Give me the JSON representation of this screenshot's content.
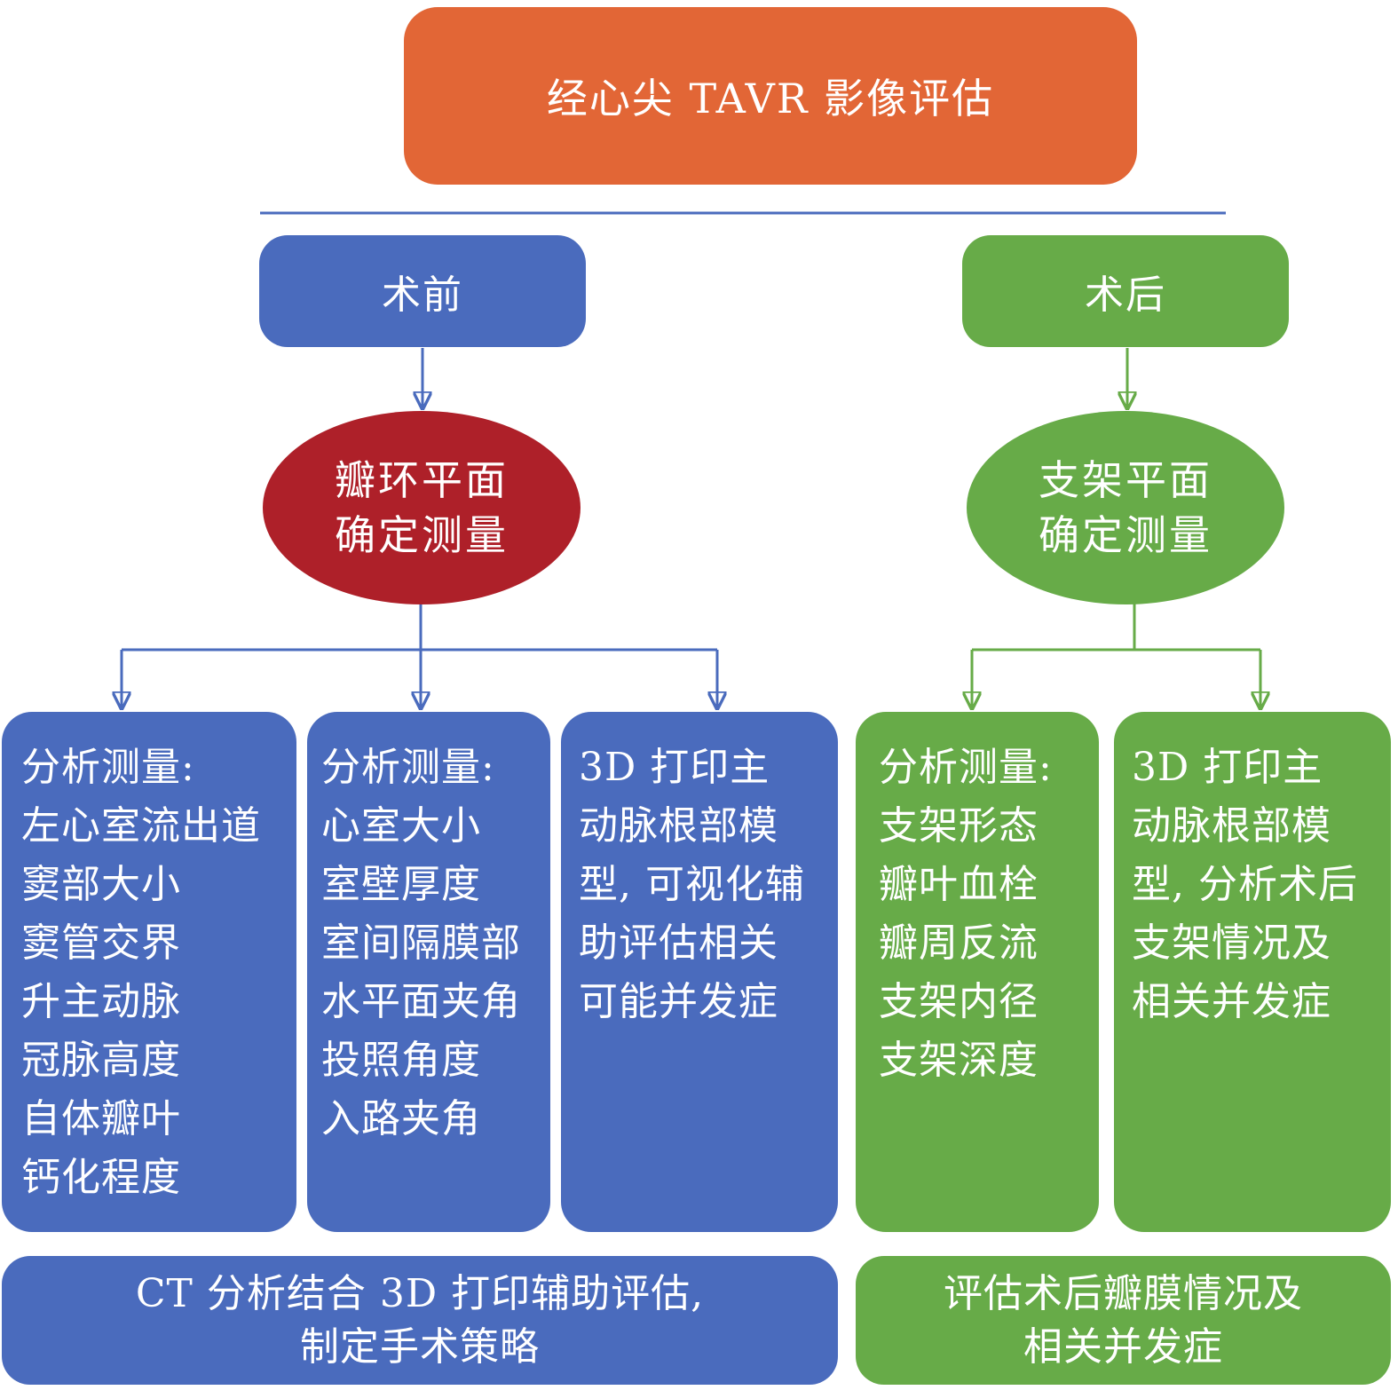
{
  "title": "经心尖 TAVR 影像评估",
  "pre": {
    "label": "术前",
    "ellipse": [
      "瓣环平面",
      "确定测量"
    ],
    "box1": [
      "分析测量:",
      "左心室流出道",
      "窦部大小",
      "窦管交界",
      "升主动脉",
      "冠脉高度",
      "自体瓣叶",
      "钙化程度"
    ],
    "box2": [
      "分析测量:",
      "心室大小",
      "室壁厚度",
      "室间隔膜部",
      "水平面夹角",
      "投照角度",
      "入路夹角"
    ],
    "box3": [
      "3D 打印主",
      "动脉根部模",
      "型, 可视化辅",
      "助评估相关",
      "可能并发症"
    ],
    "summary": [
      "CT 分析结合 3D 打印辅助评估,",
      "制定手术策略"
    ]
  },
  "post": {
    "label": "术后",
    "ellipse": [
      "支架平面",
      "确定测量"
    ],
    "box1": [
      "分析测量:",
      "支架形态",
      "瓣叶血栓",
      "瓣周反流",
      "支架内径",
      "支架深度"
    ],
    "box2": [
      "3D 打印主",
      "动脉根部模",
      "型, 分析术后",
      "支架情况及",
      "相关并发症"
    ],
    "summary": [
      "评估术后瓣膜情况及",
      "相关并发症"
    ]
  },
  "colors": {
    "title": "#e26636",
    "pre": "#4a6bbd",
    "pre_ellipse": "#ae2029",
    "post": "#67ab48"
  }
}
